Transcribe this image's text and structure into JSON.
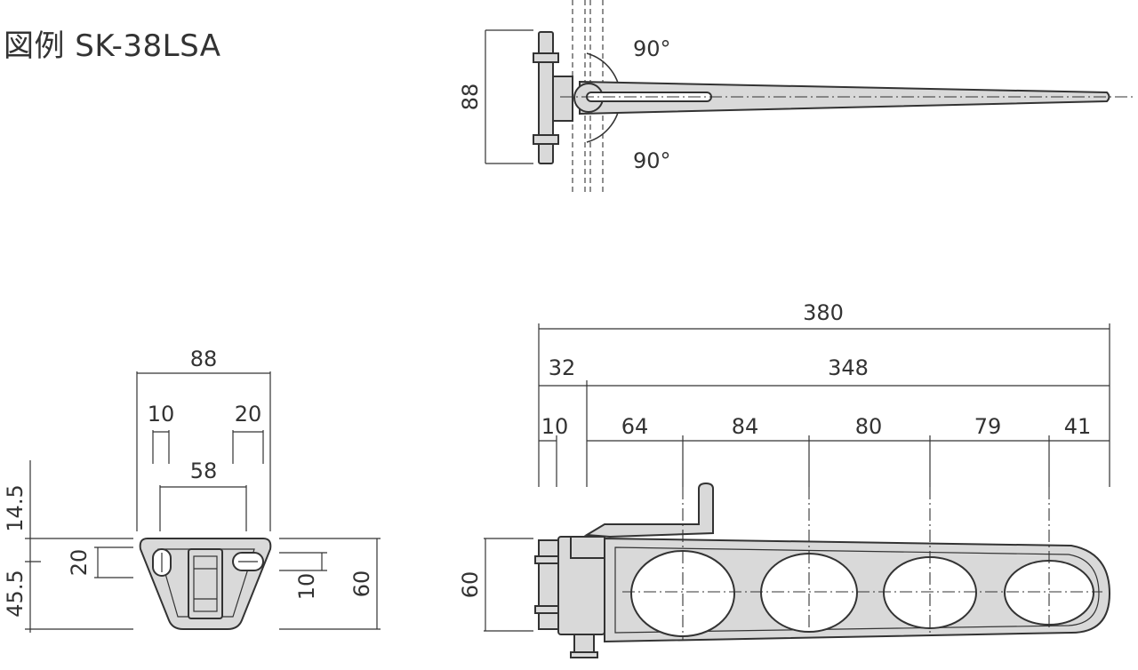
{
  "title": "図例 SK-38LSA",
  "top_view": {
    "height_dim": "88",
    "angle_upper": "90°",
    "angle_lower": "90°"
  },
  "front_view": {
    "width_dim": "88",
    "hole_width_left": "10",
    "hole_offset_right": "20",
    "hole_pitch": "58",
    "height_upper": "14.5",
    "height_lower": "45.5",
    "hole_height_left": "20",
    "hole_height_right": "10",
    "total_height": "60"
  },
  "side_view": {
    "total_length": "380",
    "base_length": "32",
    "arm_length": "348",
    "flange_thickness": "10",
    "seg_1": "64",
    "seg_2": "84",
    "seg_3": "80",
    "seg_4": "79",
    "seg_5": "41",
    "height_dim": "60"
  }
}
